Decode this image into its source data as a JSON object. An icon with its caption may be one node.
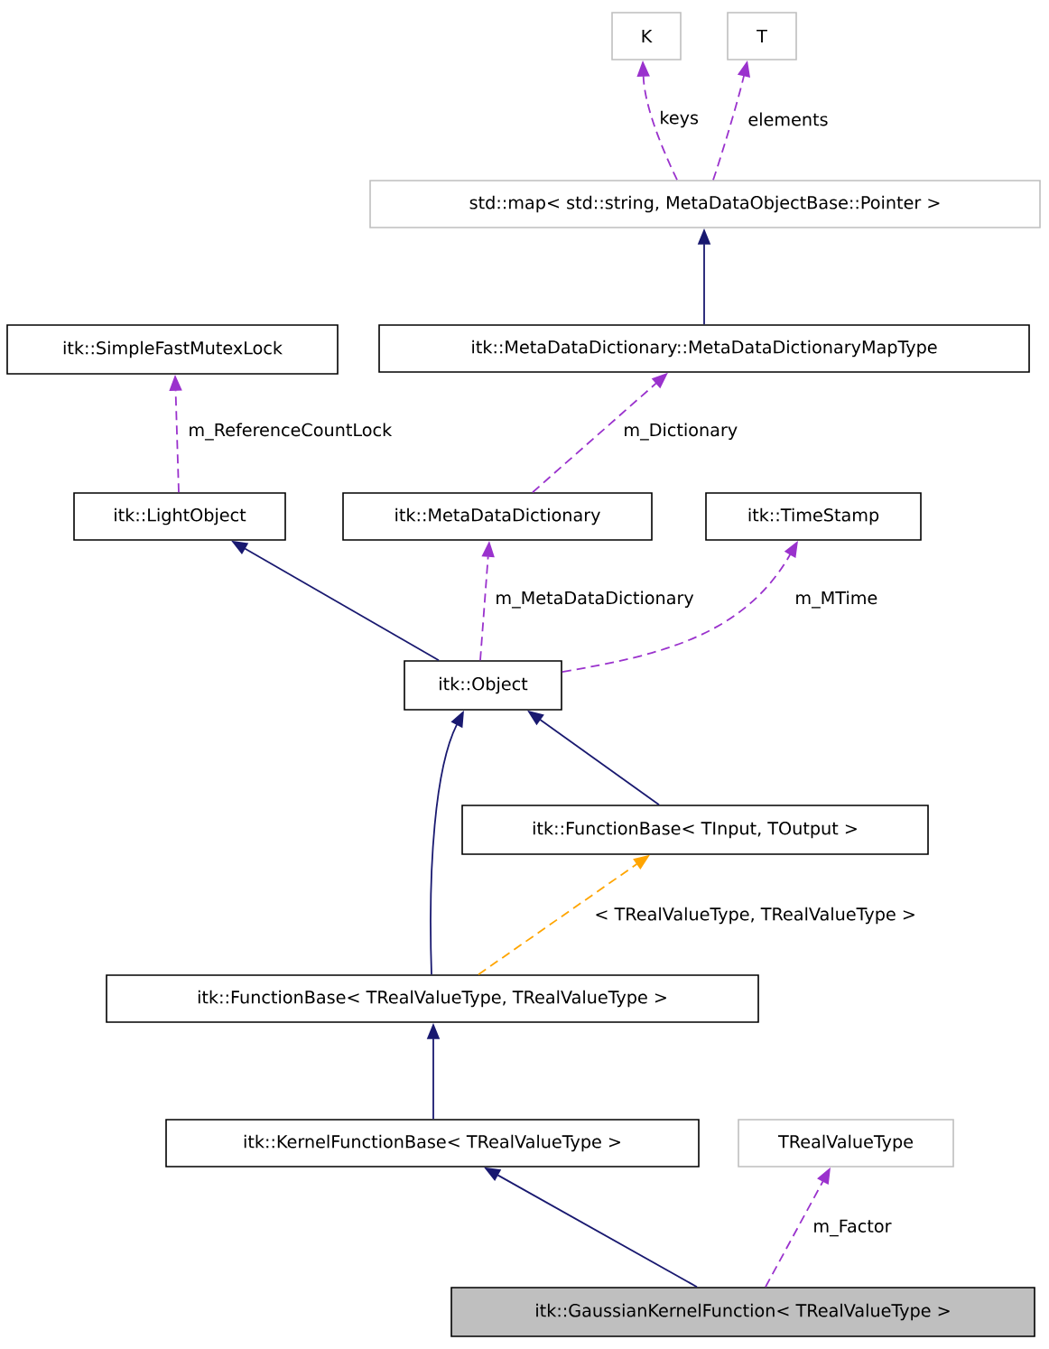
{
  "diagram": {
    "nodes": [
      {
        "text": [
          "K"
        ]
      },
      {
        "text": [
          "T"
        ]
      },
      {
        "text": [
          "std::map< std::string, MetaDataObjectBase::Pointer >"
        ]
      },
      {
        "text": [
          "itk::SimpleFastMutexLock"
        ]
      },
      {
        "text": [
          "itk::MetaDataDictionary::MetaDataDictionaryMapType"
        ]
      },
      {
        "text": [
          "itk::LightObject"
        ]
      },
      {
        "text": [
          "itk::MetaDataDictionary"
        ]
      },
      {
        "text": [
          "itk::TimeStamp"
        ]
      },
      {
        "text": [
          "itk::Object"
        ]
      },
      {
        "text": [
          "itk::FunctionBase< TInput, TOutput >"
        ]
      },
      {
        "text": [
          "itk::FunctionBase< TRealValueType, TRealValueType >"
        ]
      },
      {
        "text": [
          "itk::KernelFunctionBase< TRealValueType >"
        ]
      },
      {
        "text": [
          "TRealValueType"
        ]
      },
      {
        "text": [
          "itk::GaussianKernelFunction< TRealValueType >"
        ]
      }
    ],
    "edges": [
      {
        "from": 2,
        "to": 0,
        "arrow": "to",
        "label": "keys",
        "style": "dashed"
      },
      {
        "from": 2,
        "to": 1,
        "arrow": "to",
        "label": "elements",
        "style": "dashed"
      },
      {
        "from": 4,
        "to": 2,
        "arrow": "to",
        "color": "#191970"
      },
      {
        "from": 5,
        "to": 3,
        "arrow": "to",
        "label": "m_ReferenceCountLock",
        "style": "dashed"
      },
      {
        "from": 6,
        "to": 4,
        "arrow": "to",
        "label": "m_Dictionary",
        "style": "dashed"
      },
      {
        "from": 8,
        "to": 5,
        "arrow": "to",
        "color": "#191970"
      },
      {
        "from": 8,
        "to": 6,
        "arrow": "to",
        "label": "m_MetaDataDictionary",
        "style": "dashed"
      },
      {
        "from": 8,
        "to": 7,
        "arrow": "to",
        "label": "m_MTime",
        "style": "dashed"
      },
      {
        "from": 9,
        "to": 8,
        "arrow": "to",
        "color": "#191970"
      },
      {
        "from": 10,
        "to": 8,
        "arrow": "to",
        "color": "#191970"
      },
      {
        "from": 10,
        "to": 9,
        "arrow": "to",
        "label": "< TRealValueType, TRealValueType >",
        "style": "dashed",
        "color": "#ffa500"
      },
      {
        "from": 11,
        "to": 10,
        "arrow": "to",
        "color": "#191970"
      },
      {
        "from": 13,
        "to": 11,
        "arrow": "to",
        "color": "#191970"
      },
      {
        "from": 13,
        "to": 12,
        "arrow": "to",
        "label": "m_Factor",
        "style": "dashed"
      }
    ]
  }
}
